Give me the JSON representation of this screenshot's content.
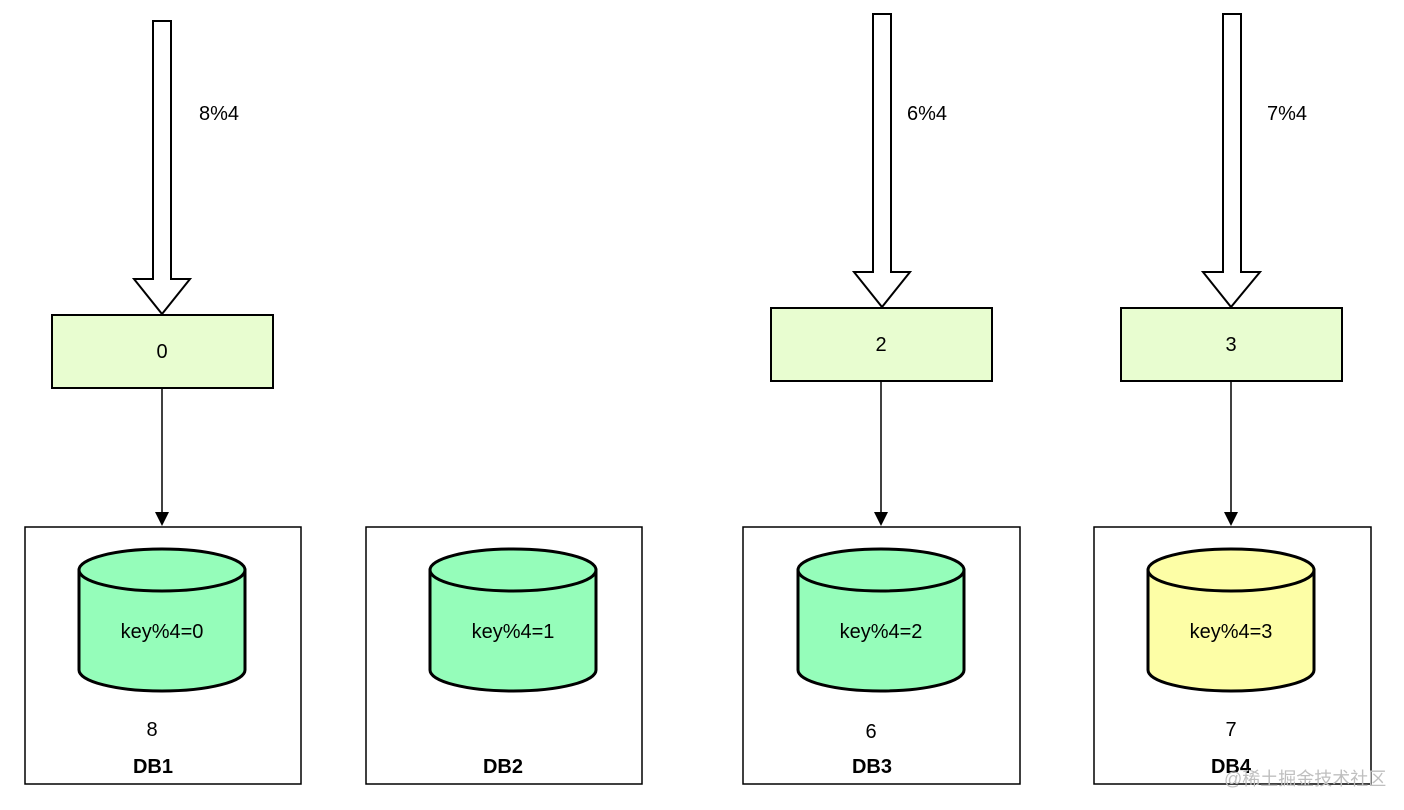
{
  "columns": [
    {
      "input_label": "8%4",
      "result": "0",
      "db_key_label": "key%4=0",
      "value": "8",
      "db_name": "DB1",
      "db_color": "#95fdba"
    },
    {
      "input_label": "",
      "result": "",
      "db_key_label": "key%4=1",
      "value": "",
      "db_name": "DB2",
      "db_color": "#95fdba"
    },
    {
      "input_label": "6%4",
      "result": "2",
      "db_key_label": "key%4=2",
      "value": "6",
      "db_name": "DB3",
      "db_color": "#95fdba"
    },
    {
      "input_label": "7%4",
      "result": "3",
      "db_key_label": "key%4=3",
      "value": "7",
      "db_name": "DB4",
      "db_color": "#fdfea6"
    }
  ],
  "colors": {
    "result_box_fill": "#e8fdd0",
    "stroke": "#000000",
    "arrow_fill": "#ffffff"
  },
  "watermark": "@稀土掘金技术社区"
}
